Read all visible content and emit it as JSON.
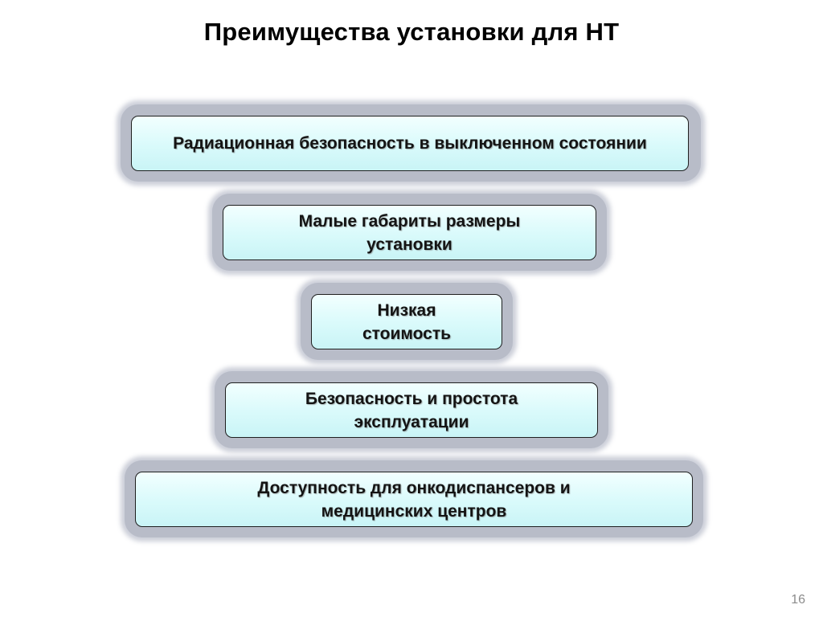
{
  "slide": {
    "title": "Преимущества установки для НТ",
    "items": [
      {
        "text": "Радиационная безопасность в выключенном состоянии"
      },
      {
        "text": "Малые габариты размеры установки"
      },
      {
        "text": "Низкая стоимость"
      },
      {
        "text": "Безопасность и простота эксплуатации"
      },
      {
        "text": "Доступность для онкодиспансеров и медицинских центров"
      }
    ],
    "page_number": "16"
  },
  "colors": {
    "card_fill": "#d9fafb",
    "frame": "#b8bcc8",
    "text": "#141414"
  }
}
